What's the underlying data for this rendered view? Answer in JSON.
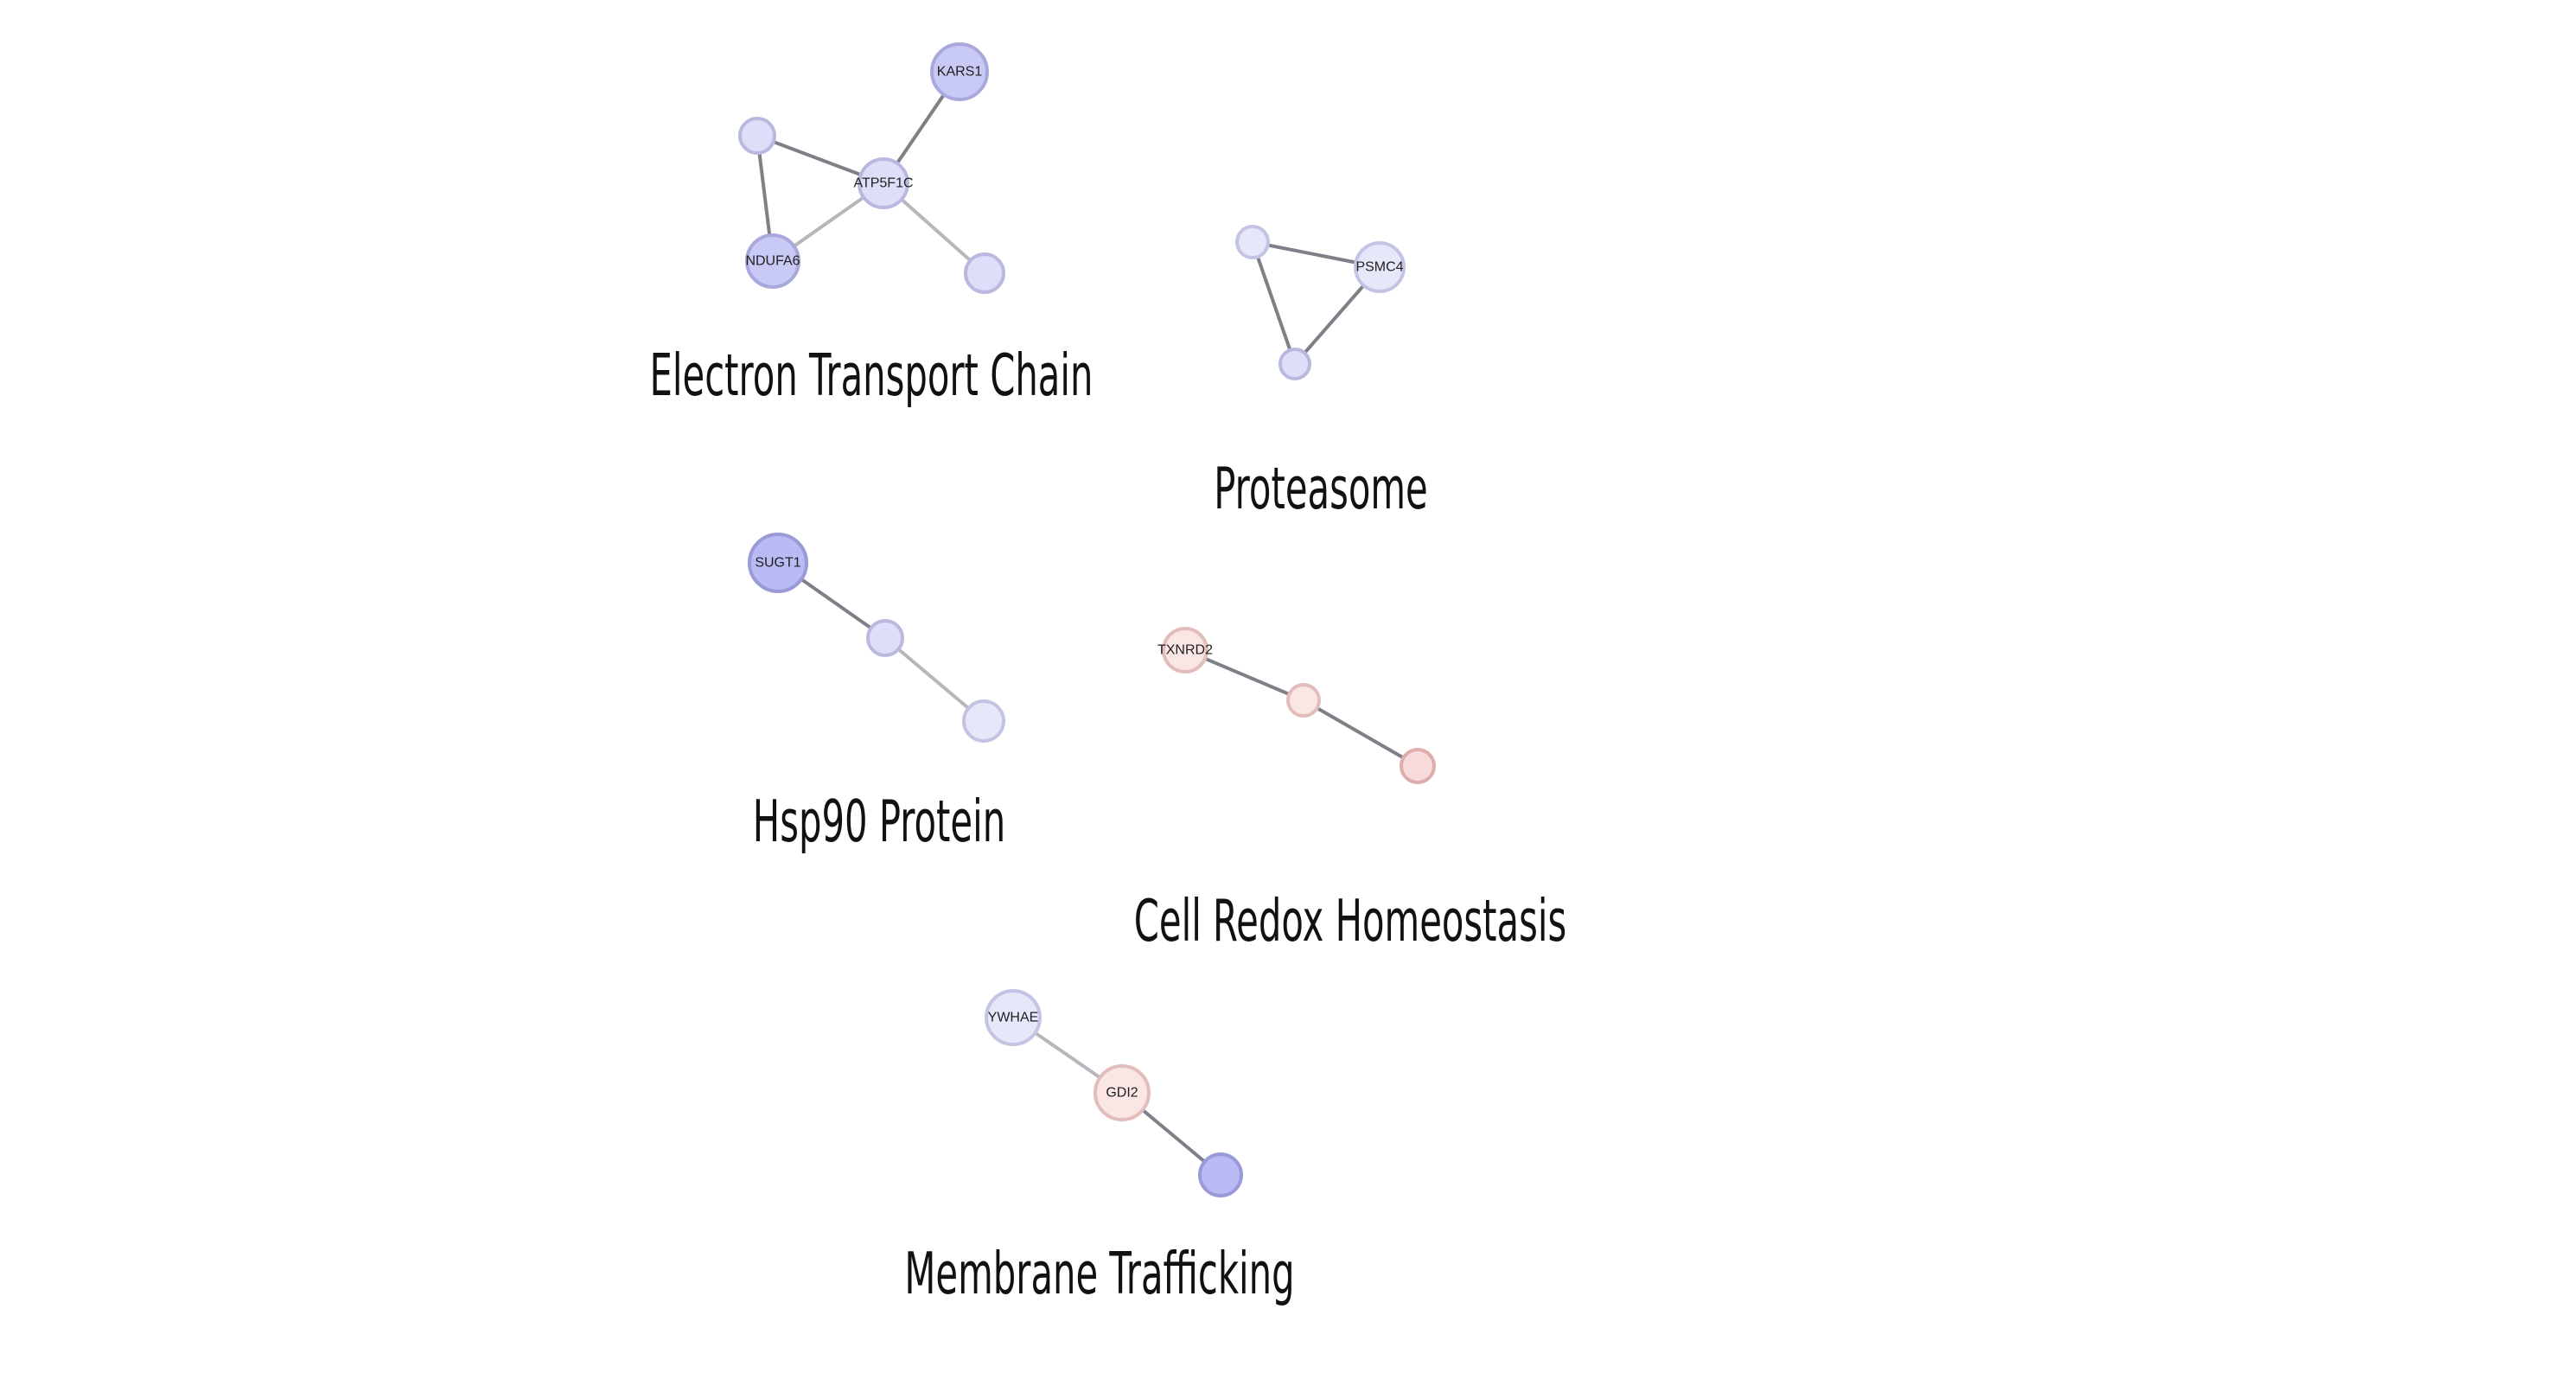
{
  "network": {
    "colors": {
      "edge_dark": "#7f7f88",
      "edge_light": "#b6b6bd",
      "node_blue_strong": "#babaf4",
      "node_blue_stroke_strong": "#9a9ad8",
      "node_blue_medium": "#c9c9f6",
      "node_blue_stroke_medium": "#a8a8dc",
      "node_blue_light": "#dedef8",
      "node_blue_stroke_light": "#b9b9e0",
      "node_blue_pale": "#e7e7fa",
      "node_blue_stroke_pale": "#c3c3e4",
      "node_red_pale": "#fbe6e6",
      "node_red_stroke_pale": "#e3bcbc",
      "node_red_light": "#f9dada",
      "node_red_stroke_light": "#deaeae"
    },
    "clusters": [
      {
        "id": "etc",
        "title": "Electron Transport Chain",
        "nodes": [
          {
            "id": "kars1",
            "label": "KARS1",
            "color": "node_blue_medium",
            "stroke": "node_blue_stroke_medium"
          },
          {
            "id": "etc_a",
            "label": "",
            "color": "node_blue_light",
            "stroke": "node_blue_stroke_light"
          },
          {
            "id": "atp5f1c",
            "label": "ATP5F1C",
            "color": "node_blue_light",
            "stroke": "node_blue_stroke_light"
          },
          {
            "id": "ndufa6",
            "label": "NDUFA6",
            "color": "node_blue_medium",
            "stroke": "node_blue_stroke_medium"
          },
          {
            "id": "etc_b",
            "label": "",
            "color": "node_blue_light",
            "stroke": "node_blue_stroke_light"
          }
        ],
        "edges": [
          {
            "source": "kars1",
            "target": "atp5f1c",
            "shade": "edge_dark"
          },
          {
            "source": "etc_a",
            "target": "atp5f1c",
            "shade": "edge_dark"
          },
          {
            "source": "etc_a",
            "target": "ndufa6",
            "shade": "edge_dark"
          },
          {
            "source": "atp5f1c",
            "target": "ndufa6",
            "shade": "edge_light"
          },
          {
            "source": "atp5f1c",
            "target": "etc_b",
            "shade": "edge_light"
          }
        ]
      },
      {
        "id": "proteasome",
        "title": "Proteasome",
        "nodes": [
          {
            "id": "prot_a",
            "label": "",
            "color": "node_blue_pale",
            "stroke": "node_blue_stroke_pale"
          },
          {
            "id": "psmc4",
            "label": "PSMC4",
            "color": "node_blue_pale",
            "stroke": "node_blue_stroke_pale"
          },
          {
            "id": "prot_b",
            "label": "",
            "color": "node_blue_light",
            "stroke": "node_blue_stroke_light"
          }
        ],
        "edges": [
          {
            "source": "prot_a",
            "target": "psmc4",
            "shade": "edge_dark"
          },
          {
            "source": "prot_a",
            "target": "prot_b",
            "shade": "edge_dark"
          },
          {
            "source": "psmc4",
            "target": "prot_b",
            "shade": "edge_dark"
          }
        ]
      },
      {
        "id": "hsp90",
        "title": "Hsp90 Protein",
        "nodes": [
          {
            "id": "sugt1",
            "label": "SUGT1",
            "color": "node_blue_strong",
            "stroke": "node_blue_stroke_strong"
          },
          {
            "id": "hsp_a",
            "label": "",
            "color": "node_blue_light",
            "stroke": "node_blue_stroke_light"
          },
          {
            "id": "hsp_b",
            "label": "",
            "color": "node_blue_pale",
            "stroke": "node_blue_stroke_pale"
          }
        ],
        "edges": [
          {
            "source": "sugt1",
            "target": "hsp_a",
            "shade": "edge_dark"
          },
          {
            "source": "hsp_a",
            "target": "hsp_b",
            "shade": "edge_light"
          }
        ]
      },
      {
        "id": "redox",
        "title": "Cell Redox Homeostasis",
        "nodes": [
          {
            "id": "txnrd2",
            "label": "TXNRD2",
            "color": "node_red_pale",
            "stroke": "node_red_stroke_pale"
          },
          {
            "id": "redox_a",
            "label": "",
            "color": "node_red_pale",
            "stroke": "node_red_stroke_pale"
          },
          {
            "id": "redox_b",
            "label": "",
            "color": "node_red_light",
            "stroke": "node_red_stroke_light"
          }
        ],
        "edges": [
          {
            "source": "txnrd2",
            "target": "redox_a",
            "shade": "edge_dark"
          },
          {
            "source": "redox_a",
            "target": "redox_b",
            "shade": "edge_dark"
          }
        ]
      },
      {
        "id": "membrane",
        "title": "Membrane Trafficking",
        "nodes": [
          {
            "id": "ywhae",
            "label": "YWHAE",
            "color": "node_blue_pale",
            "stroke": "node_blue_stroke_pale"
          },
          {
            "id": "gdi2",
            "label": "GDI2",
            "color": "node_red_pale",
            "stroke": "node_red_stroke_pale"
          },
          {
            "id": "mem_a",
            "label": "",
            "color": "node_blue_strong",
            "stroke": "node_blue_stroke_strong"
          }
        ],
        "edges": [
          {
            "source": "ywhae",
            "target": "gdi2",
            "shade": "edge_light"
          },
          {
            "source": "gdi2",
            "target": "mem_a",
            "shade": "edge_dark"
          }
        ]
      }
    ]
  }
}
